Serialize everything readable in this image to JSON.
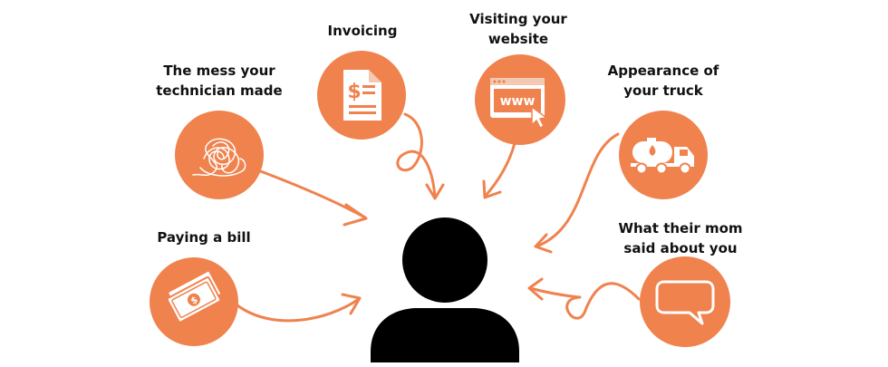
{
  "colors": {
    "accent": "#f0824e",
    "ink": "#000000",
    "text": "#111111"
  },
  "touchpoints": [
    {
      "id": "mess",
      "lines": [
        "The mess your",
        "technician made"
      ],
      "icon": "scribble-icon"
    },
    {
      "id": "invoicing",
      "lines": [
        "Invoicing"
      ],
      "icon": "invoice-dollar-icon"
    },
    {
      "id": "website",
      "lines": [
        "Visiting your",
        "website"
      ],
      "icon": "browser-www-cursor-icon"
    },
    {
      "id": "truck",
      "lines": [
        "Appearance of",
        "your truck"
      ],
      "icon": "tanker-truck-icon"
    },
    {
      "id": "bill",
      "lines": [
        "Paying a bill"
      ],
      "icon": "cash-bills-icon"
    },
    {
      "id": "mom",
      "lines": [
        "What their mom",
        "said about you"
      ],
      "icon": "speech-bubble-icon"
    }
  ],
  "center": {
    "icon": "person-silhouette-icon"
  },
  "icon_text": {
    "www": "www",
    "dollar": "$"
  }
}
